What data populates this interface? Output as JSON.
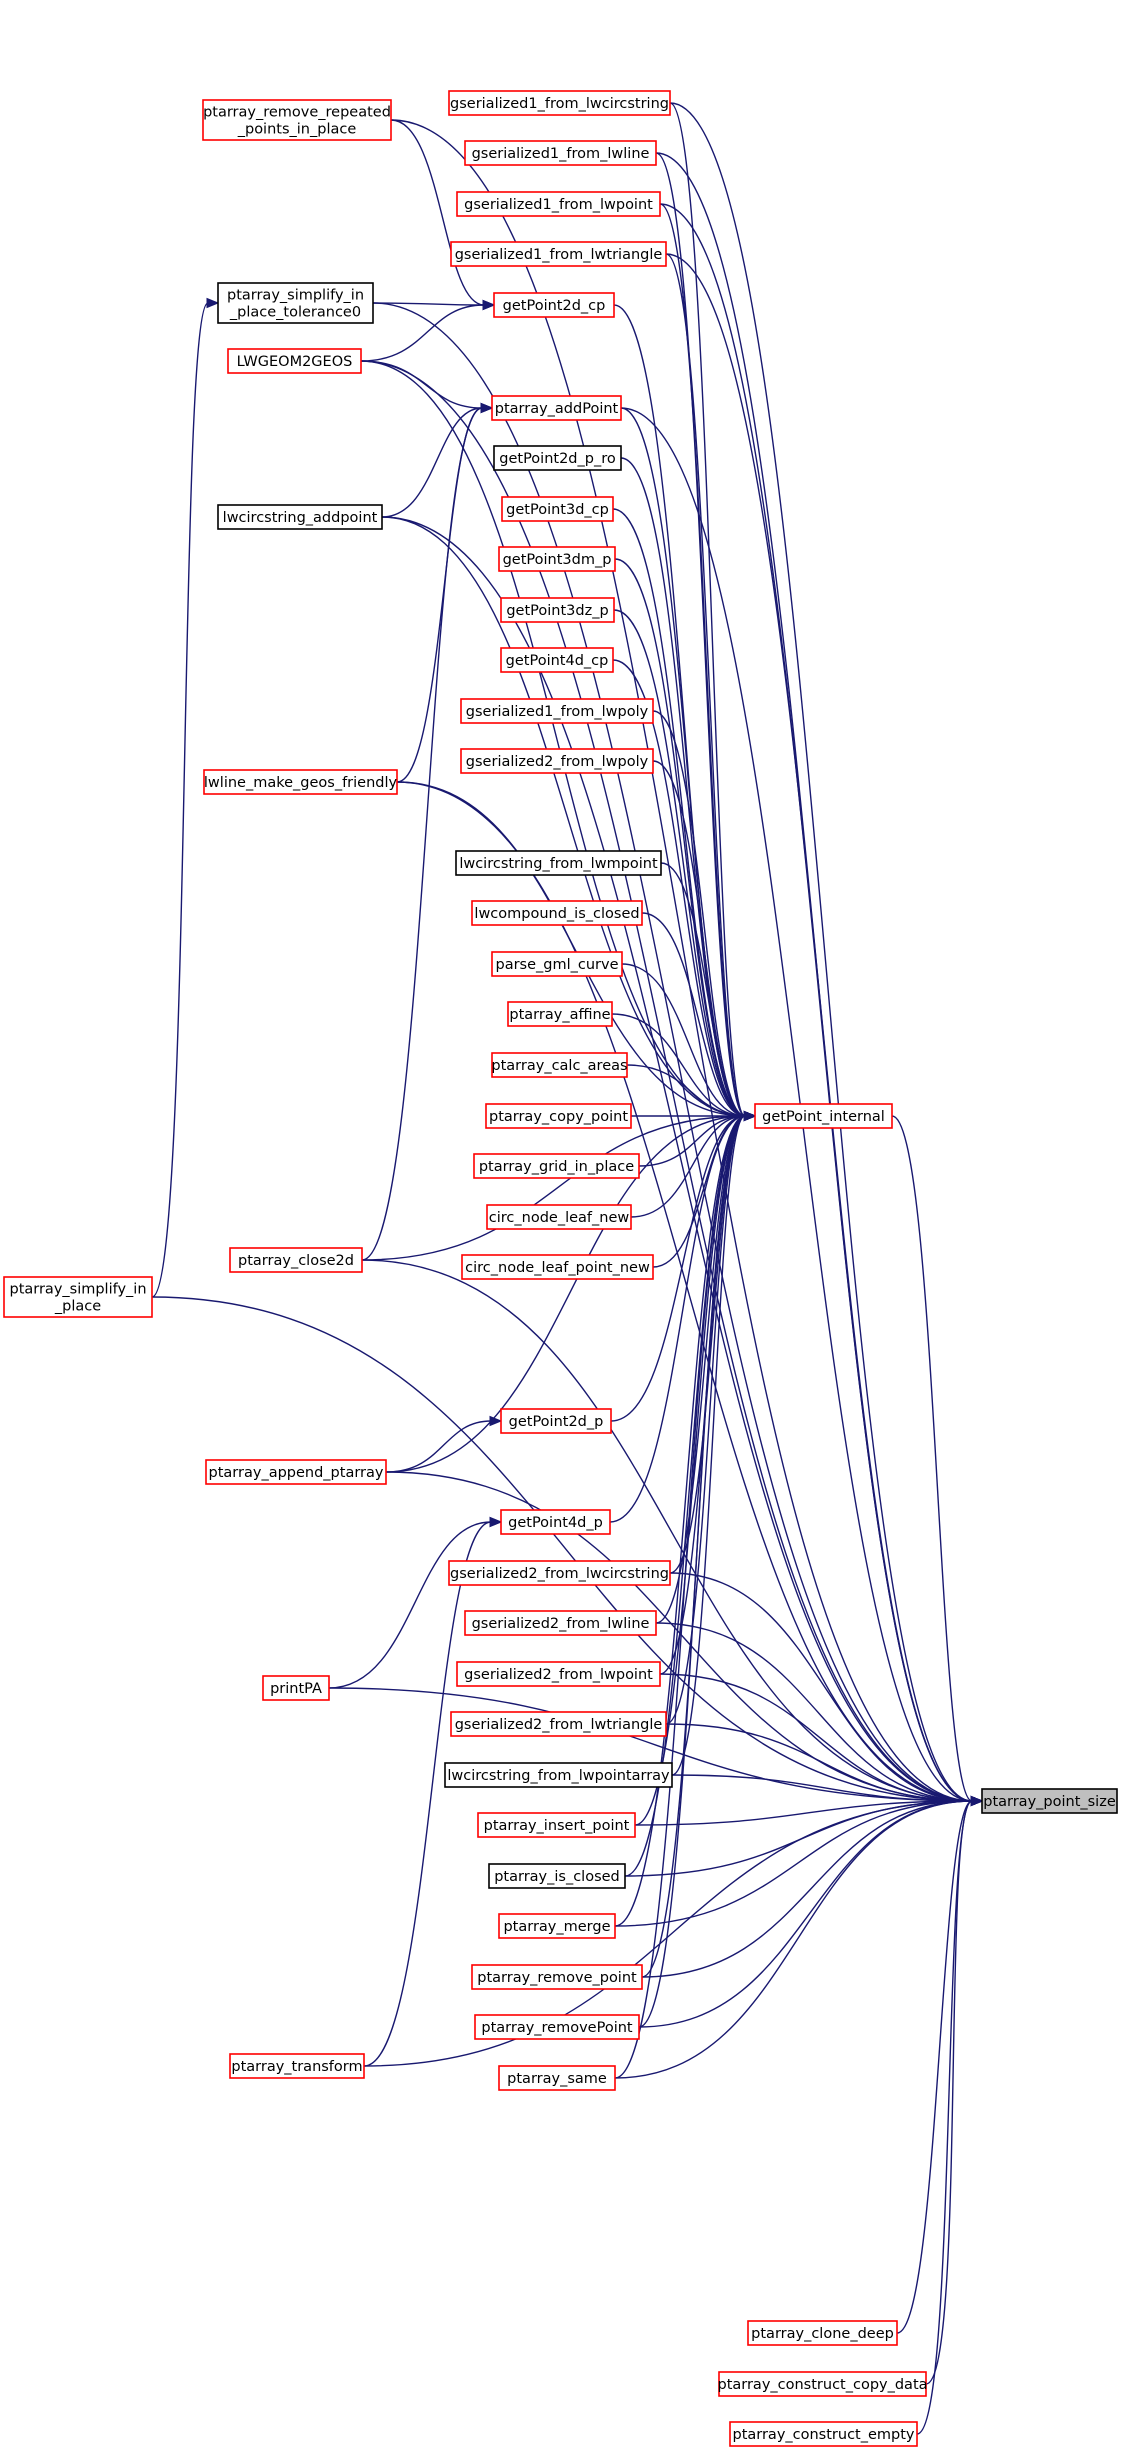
{
  "graph": {
    "target": "ptarray_point_size",
    "nodes": [
      {
        "id": "n_target",
        "label": "ptarray_point_size",
        "style": "gray"
      },
      {
        "id": "n_getpoint_internal",
        "label": "getPoint_internal",
        "style": "red"
      },
      {
        "id": "n_remove_repeated",
        "label": "ptarray_remove_repeated\n_points_in_place",
        "style": "red"
      },
      {
        "id": "n_simplify_tol0",
        "label": "ptarray_simplify_in\n_place_tolerance0",
        "style": "black"
      },
      {
        "id": "n_lwgeom2geos",
        "label": "LWGEOM2GEOS",
        "style": "red"
      },
      {
        "id": "n_lwcircstring_addpoint",
        "label": "lwcircstring_addpoint",
        "style": "black"
      },
      {
        "id": "n_lwline_make_geos",
        "label": "lwline_make_geos_friendly",
        "style": "red"
      },
      {
        "id": "n_simplify_in_place",
        "label": "ptarray_simplify_in\n_place",
        "style": "red"
      },
      {
        "id": "n_close2d",
        "label": "ptarray_close2d",
        "style": "red"
      },
      {
        "id": "n_append_ptarray",
        "label": "ptarray_append_ptarray",
        "style": "red"
      },
      {
        "id": "n_printpa",
        "label": "printPA",
        "style": "red"
      },
      {
        "id": "n_transform",
        "label": "ptarray_transform",
        "style": "red"
      },
      {
        "id": "n_gs1_lwcircstring",
        "label": "gserialized1_from_lwcircstring",
        "style": "red"
      },
      {
        "id": "n_gs1_lwline",
        "label": "gserialized1_from_lwline",
        "style": "red"
      },
      {
        "id": "n_gs1_lwpoint",
        "label": "gserialized1_from_lwpoint",
        "style": "red"
      },
      {
        "id": "n_gs1_lwtriangle",
        "label": "gserialized1_from_lwtriangle",
        "style": "red"
      },
      {
        "id": "n_getpoint2d_cp",
        "label": "getPoint2d_cp",
        "style": "red"
      },
      {
        "id": "n_addpoint",
        "label": "ptarray_addPoint",
        "style": "red"
      },
      {
        "id": "n_getpoint2d_p_ro",
        "label": "getPoint2d_p_ro",
        "style": "black"
      },
      {
        "id": "n_getpoint3d_cp",
        "label": "getPoint3d_cp",
        "style": "red"
      },
      {
        "id": "n_getpoint3dm_p",
        "label": "getPoint3dm_p",
        "style": "red"
      },
      {
        "id": "n_getpoint3dz_p",
        "label": "getPoint3dz_p",
        "style": "red"
      },
      {
        "id": "n_getpoint4d_cp",
        "label": "getPoint4d_cp",
        "style": "red"
      },
      {
        "id": "n_gs1_lwpoly",
        "label": "gserialized1_from_lwpoly",
        "style": "red"
      },
      {
        "id": "n_gs2_lwpoly",
        "label": "gserialized2_from_lwpoly",
        "style": "red"
      },
      {
        "id": "n_lwcircstring_from_lwmpoint",
        "label": "lwcircstring_from_lwmpoint",
        "style": "black"
      },
      {
        "id": "n_lwcompound_is_closed",
        "label": "lwcompound_is_closed",
        "style": "red"
      },
      {
        "id": "n_parse_gml_curve",
        "label": "parse_gml_curve",
        "style": "red"
      },
      {
        "id": "n_affine",
        "label": "ptarray_affine",
        "style": "red"
      },
      {
        "id": "n_calc_areas",
        "label": "ptarray_calc_areas",
        "style": "red"
      },
      {
        "id": "n_copy_point",
        "label": "ptarray_copy_point",
        "style": "red"
      },
      {
        "id": "n_grid_in_place",
        "label": "ptarray_grid_in_place",
        "style": "red"
      },
      {
        "id": "n_circ_node_leaf_new",
        "label": "circ_node_leaf_new",
        "style": "red"
      },
      {
        "id": "n_circ_node_leaf_point_new",
        "label": "circ_node_leaf_point_new",
        "style": "red"
      },
      {
        "id": "n_getpoint2d_p",
        "label": "getPoint2d_p",
        "style": "red"
      },
      {
        "id": "n_getpoint4d_p",
        "label": "getPoint4d_p",
        "style": "red"
      },
      {
        "id": "n_gs2_lwcircstring",
        "label": "gserialized2_from_lwcircstring",
        "style": "red"
      },
      {
        "id": "n_gs2_lwline",
        "label": "gserialized2_from_lwline",
        "style": "red"
      },
      {
        "id": "n_gs2_lwpoint",
        "label": "gserialized2_from_lwpoint",
        "style": "red"
      },
      {
        "id": "n_gs2_lwtriangle",
        "label": "gserialized2_from_lwtriangle",
        "style": "red"
      },
      {
        "id": "n_lwcircstring_from_lwpointarray",
        "label": "lwcircstring_from_lwpointarray",
        "style": "black"
      },
      {
        "id": "n_insert_point",
        "label": "ptarray_insert_point",
        "style": "red"
      },
      {
        "id": "n_is_closed",
        "label": "ptarray_is_closed",
        "style": "black"
      },
      {
        "id": "n_merge",
        "label": "ptarray_merge",
        "style": "red"
      },
      {
        "id": "n_remove_point",
        "label": "ptarray_remove_point",
        "style": "red"
      },
      {
        "id": "n_removepoint",
        "label": "ptarray_removePoint",
        "style": "red"
      },
      {
        "id": "n_same",
        "label": "ptarray_same",
        "style": "red"
      },
      {
        "id": "n_clone_deep",
        "label": "ptarray_clone_deep",
        "style": "red"
      },
      {
        "id": "n_construct_copy_data",
        "label": "ptarray_construct_copy_data",
        "style": "red"
      },
      {
        "id": "n_construct_empty",
        "label": "ptarray_construct_empty",
        "style": "red"
      }
    ],
    "edges": [
      [
        "n_getpoint_internal",
        "n_target"
      ],
      [
        "n_remove_repeated",
        "n_target"
      ],
      [
        "n_simplify_tol0",
        "n_target"
      ],
      [
        "n_lwgeom2geos",
        "n_target"
      ],
      [
        "n_lwcircstring_addpoint",
        "n_target"
      ],
      [
        "n_lwline_make_geos",
        "n_target"
      ],
      [
        "n_simplify_in_place",
        "n_target"
      ],
      [
        "n_close2d",
        "n_target"
      ],
      [
        "n_append_ptarray",
        "n_target"
      ],
      [
        "n_printpa",
        "n_target"
      ],
      [
        "n_transform",
        "n_target"
      ],
      [
        "n_gs1_lwcircstring",
        "n_target"
      ],
      [
        "n_gs1_lwline",
        "n_target"
      ],
      [
        "n_gs1_lwpoint",
        "n_target"
      ],
      [
        "n_gs1_lwtriangle",
        "n_target"
      ],
      [
        "n_addpoint",
        "n_target"
      ],
      [
        "n_gs2_lwcircstring",
        "n_target"
      ],
      [
        "n_gs2_lwline",
        "n_target"
      ],
      [
        "n_gs2_lwpoint",
        "n_target"
      ],
      [
        "n_gs2_lwtriangle",
        "n_target"
      ],
      [
        "n_lwcircstring_from_lwpointarray",
        "n_target"
      ],
      [
        "n_insert_point",
        "n_target"
      ],
      [
        "n_is_closed",
        "n_target"
      ],
      [
        "n_merge",
        "n_target"
      ],
      [
        "n_remove_point",
        "n_target"
      ],
      [
        "n_removepoint",
        "n_target"
      ],
      [
        "n_same",
        "n_target"
      ],
      [
        "n_clone_deep",
        "n_target"
      ],
      [
        "n_construct_copy_data",
        "n_target"
      ],
      [
        "n_construct_empty",
        "n_target"
      ],
      [
        "n_gs1_lwcircstring",
        "n_getpoint_internal"
      ],
      [
        "n_gs1_lwline",
        "n_getpoint_internal"
      ],
      [
        "n_gs1_lwpoint",
        "n_getpoint_internal"
      ],
      [
        "n_gs1_lwtriangle",
        "n_getpoint_internal"
      ],
      [
        "n_getpoint2d_cp",
        "n_getpoint_internal"
      ],
      [
        "n_lwgeom2geos",
        "n_getpoint_internal"
      ],
      [
        "n_addpoint",
        "n_getpoint_internal"
      ],
      [
        "n_getpoint2d_p_ro",
        "n_getpoint_internal"
      ],
      [
        "n_lwcircstring_addpoint",
        "n_getpoint_internal"
      ],
      [
        "n_getpoint3d_cp",
        "n_getpoint_internal"
      ],
      [
        "n_getpoint3dm_p",
        "n_getpoint_internal"
      ],
      [
        "n_getpoint3dz_p",
        "n_getpoint_internal"
      ],
      [
        "n_getpoint4d_cp",
        "n_getpoint_internal"
      ],
      [
        "n_gs1_lwpoly",
        "n_getpoint_internal"
      ],
      [
        "n_gs2_lwpoly",
        "n_getpoint_internal"
      ],
      [
        "n_lwline_make_geos",
        "n_getpoint_internal"
      ],
      [
        "n_lwcircstring_from_lwmpoint",
        "n_getpoint_internal"
      ],
      [
        "n_lwcompound_is_closed",
        "n_getpoint_internal"
      ],
      [
        "n_parse_gml_curve",
        "n_getpoint_internal"
      ],
      [
        "n_affine",
        "n_getpoint_internal"
      ],
      [
        "n_calc_areas",
        "n_getpoint_internal"
      ],
      [
        "n_copy_point",
        "n_getpoint_internal"
      ],
      [
        "n_grid_in_place",
        "n_getpoint_internal"
      ],
      [
        "n_circ_node_leaf_new",
        "n_getpoint_internal"
      ],
      [
        "n_circ_node_leaf_point_new",
        "n_getpoint_internal"
      ],
      [
        "n_close2d",
        "n_getpoint_internal"
      ],
      [
        "n_getpoint2d_p",
        "n_getpoint_internal"
      ],
      [
        "n_append_ptarray",
        "n_getpoint_internal"
      ],
      [
        "n_getpoint4d_p",
        "n_getpoint_internal"
      ],
      [
        "n_gs2_lwcircstring",
        "n_getpoint_internal"
      ],
      [
        "n_gs2_lwline",
        "n_getpoint_internal"
      ],
      [
        "n_gs2_lwpoint",
        "n_getpoint_internal"
      ],
      [
        "n_gs2_lwtriangle",
        "n_getpoint_internal"
      ],
      [
        "n_lwcircstring_from_lwpointarray",
        "n_getpoint_internal"
      ],
      [
        "n_insert_point",
        "n_getpoint_internal"
      ],
      [
        "n_is_closed",
        "n_getpoint_internal"
      ],
      [
        "n_merge",
        "n_getpoint_internal"
      ],
      [
        "n_remove_point",
        "n_getpoint_internal"
      ],
      [
        "n_removepoint",
        "n_getpoint_internal"
      ],
      [
        "n_same",
        "n_getpoint_internal"
      ],
      [
        "n_remove_repeated",
        "n_getpoint2d_cp"
      ],
      [
        "n_simplify_tol0",
        "n_getpoint2d_cp"
      ],
      [
        "n_lwgeom2geos",
        "n_getpoint2d_cp"
      ],
      [
        "n_lwgeom2geos",
        "n_addpoint"
      ],
      [
        "n_lwcircstring_addpoint",
        "n_addpoint"
      ],
      [
        "n_lwline_make_geos",
        "n_addpoint"
      ],
      [
        "n_close2d",
        "n_addpoint"
      ],
      [
        "n_simplify_in_place",
        "n_simplify_tol0"
      ],
      [
        "n_append_ptarray",
        "n_getpoint2d_p"
      ],
      [
        "n_printpa",
        "n_getpoint4d_p"
      ],
      [
        "n_transform",
        "n_getpoint4d_p"
      ]
    ]
  }
}
